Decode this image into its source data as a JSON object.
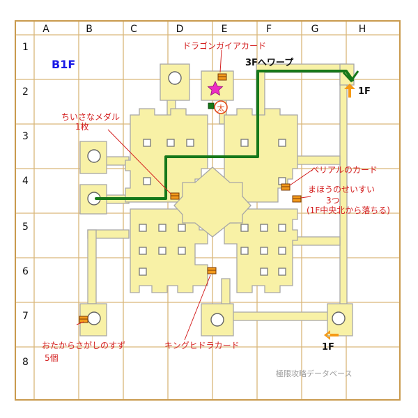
{
  "floor_label": "B1F",
  "columns": [
    "A",
    "B",
    "C",
    "D",
    "E",
    "F",
    "G",
    "H"
  ],
  "rows": [
    "1",
    "2",
    "3",
    "4",
    "5",
    "6",
    "7",
    "8"
  ],
  "warp_label": "3Fへワープ",
  "stairs": [
    {
      "label": "1F",
      "cell": "H2"
    },
    {
      "label": "1F",
      "cell": "G8"
    }
  ],
  "items": [
    {
      "lines": [
        "ドラゴンガイアカード"
      ],
      "cell": "E1"
    },
    {
      "lines": [
        "ちいさなメダル",
        "1枚"
      ],
      "cell": "B3"
    },
    {
      "lines": [
        "ベリアルのカード"
      ],
      "cell": "F4"
    },
    {
      "lines": [
        "まほうのせいすい",
        "3つ",
        "(1F中央北から落ちる)"
      ],
      "cell": "G4"
    },
    {
      "lines": [
        "おたからさがしのすず",
        "5個"
      ],
      "cell": "A8"
    },
    {
      "lines": [
        "キングヒドラカード"
      ],
      "cell": "D8"
    }
  ],
  "marker_glyph": "太",
  "watermark": "極限攻略データベース",
  "colors": {
    "floor": "#f8f1a6",
    "grid": "#d9b77a",
    "route": "#16781a",
    "label": "#d42020",
    "floor_label": "#1a1ae6",
    "star": "#ee2cc4",
    "stairs_arrow": "#f59a16"
  }
}
